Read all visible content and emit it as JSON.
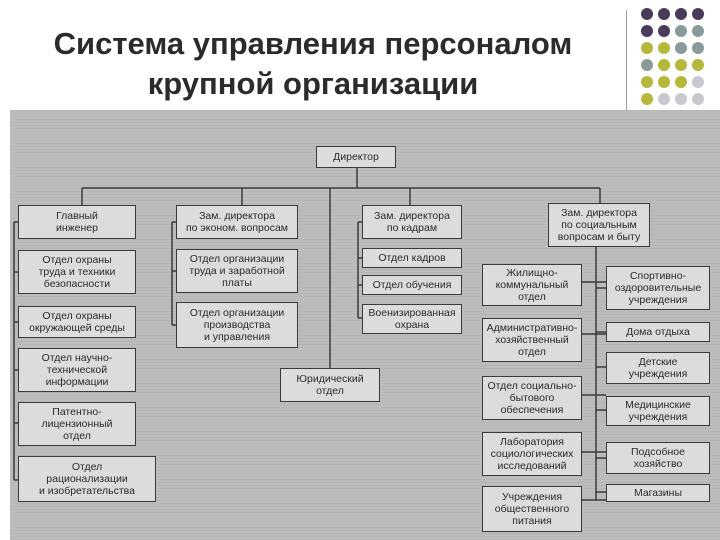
{
  "slide": {
    "title": "Система управления персоналом\nкрупной организации"
  },
  "theme": {
    "dot_colors": [
      "#4a3b5c",
      "#8a9a9a",
      "#b5b83a",
      "#c8c8d0"
    ]
  },
  "chart": {
    "director": "Директор",
    "level2": [
      "Главный\nинженер",
      "Зам. директора\nпо эконом. вопросам",
      "Зам. директора\nпо кадрам",
      "Зам. директора\nпо социальным\nвопросам и быту"
    ],
    "engineer_units": [
      "Отдел охраны\nтруда и техники\nбезопасности",
      "Отдел охраны\nокружающей среды",
      "Отдел научно-\nтехнической\nинформации",
      "Патентно-\nлицензионный\nотдел",
      "Отдел\nрационализации\nи изобретательства"
    ],
    "econ_units": [
      "Отдел организации\nтруда и заработной\nплаты",
      "Отдел организации\nпроизводства\nи управления"
    ],
    "hr_units": [
      "Отдел кадров",
      "Отдел обучения",
      "Военизированная\nохрана"
    ],
    "legal": "Юридический\nотдел",
    "social_left": [
      "Жилищно-\nкоммунальный\nотдел",
      "Административно-\nхозяйственный\nотдел",
      "Отдел социально-\nбытового\nобеспечения",
      "Лаборатория\nсоциологических\nисследований",
      "Учреждения\nобщественного\nпитания"
    ],
    "social_right": [
      "Спортивно-\nоздоровительные\nучреждения",
      "Дома отдыха",
      "Детские\nучреждения",
      "Медицинские\nучреждения",
      "Подсобное\nхозяйство",
      "Магазины"
    ]
  }
}
